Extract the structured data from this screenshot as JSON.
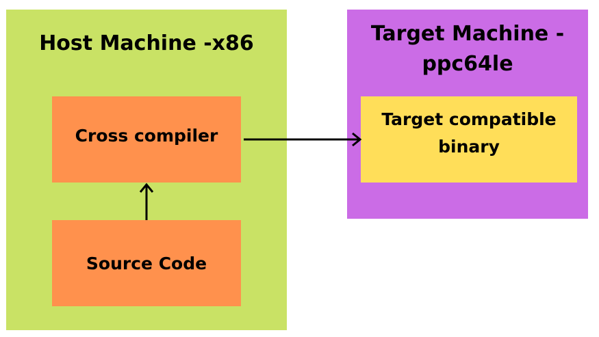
{
  "host": {
    "title": "Host Machine -x86",
    "cross_compiler": "Cross compiler",
    "source_code": "Source Code"
  },
  "target": {
    "title": "Target Machine - ppc64le",
    "binary": "Target compatible binary"
  },
  "colors": {
    "host_bg": "#c9e265",
    "target_bg": "#cb6ce6",
    "orange_box": "#ff914d",
    "yellow_box": "#ffde59",
    "arrow": "#000000"
  },
  "icons": [
    "arrow-up-icon",
    "arrow-right-icon"
  ]
}
